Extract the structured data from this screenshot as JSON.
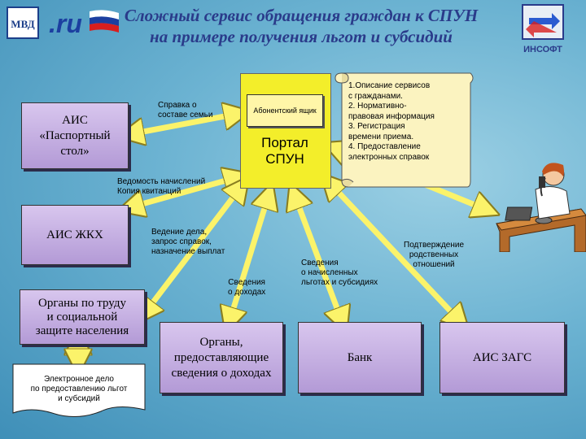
{
  "title": "Сложный сервис обращения граждан к СПУН на примере получения льгот и субсидий",
  "logos": {
    "ru_text": ".ru",
    "insoft_text": "ИНСОФТ",
    "mvd_text": "МВД"
  },
  "portal": {
    "inner_label": "Абонентский ящик",
    "label_line1": "Портал",
    "label_line2": "СПУН"
  },
  "scroll": {
    "lines": [
      "1.Описание сервисов",
      "с гражданами.",
      "2. Нормативно-",
      "правовая информация",
      "3. Регистрация",
      "времени приема.",
      "4. Предоставление",
      "электронных справок"
    ]
  },
  "boxes": {
    "ais_passport": [
      "АИС",
      "«Паспортный",
      "стол»"
    ],
    "ais_zhkh": [
      "АИС ЖКХ"
    ],
    "labor_protection": [
      "Органы по труду",
      "и социальной",
      "защите населения"
    ],
    "income_orgs": [
      "Органы,",
      "предоставляющие",
      "сведения о доходах"
    ],
    "bank": [
      "Банк"
    ],
    "ais_zags": [
      "АИС ЗАГС"
    ]
  },
  "doc": [
    "Электронное дело",
    "по предоставлению льгот",
    "и субсидий"
  ],
  "labels": {
    "family": [
      "Справка о",
      "составе семьи"
    ],
    "statement": [
      "Ведомость начислений",
      "Копия квитанций"
    ],
    "case": [
      "Ведение дела,",
      "запрос справок,",
      "назначение выплат"
    ],
    "income": [
      "Сведения",
      "о доходах"
    ],
    "accrued": [
      "Сведения",
      "о начисленных",
      "льготах и субсидиях"
    ],
    "kinship": [
      "Подтверждение",
      "родственных",
      "отношений"
    ]
  },
  "colors": {
    "arrow": "#fbf36a",
    "box": "#c4afe2",
    "portal": "#f3ee2a",
    "title": "#2a3b8a"
  }
}
